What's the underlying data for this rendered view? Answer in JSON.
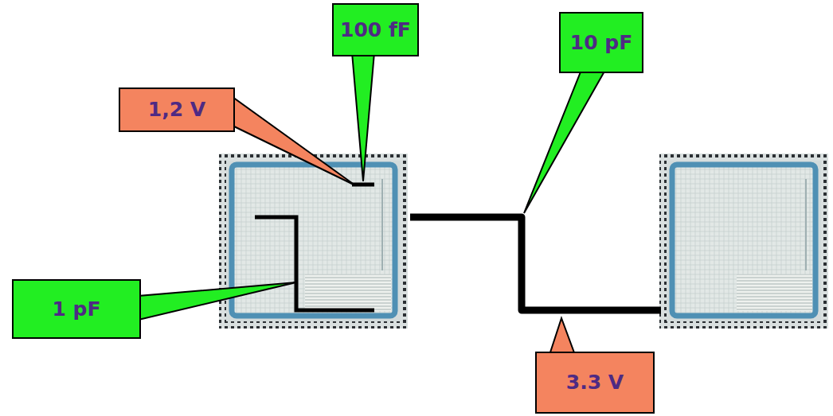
{
  "diagram": {
    "nodes": [
      {
        "text": [
          "100 fF"
        ]
      },
      {
        "text": [
          "10 pF"
        ]
      },
      {
        "text": [
          "1,2 V"
        ]
      },
      {
        "text": [
          "1 pF"
        ]
      },
      {
        "text": [
          "3.3 V"
        ]
      }
    ]
  }
}
